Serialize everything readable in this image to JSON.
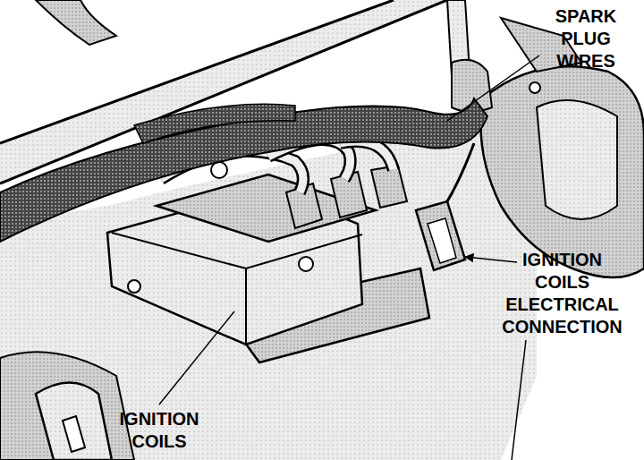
{
  "diagram": {
    "labels": [
      "SPARK PLUG WIRES",
      "IGNITION COILS ELECTRICAL CONNECTION",
      "IGNITION COILS"
    ]
  }
}
